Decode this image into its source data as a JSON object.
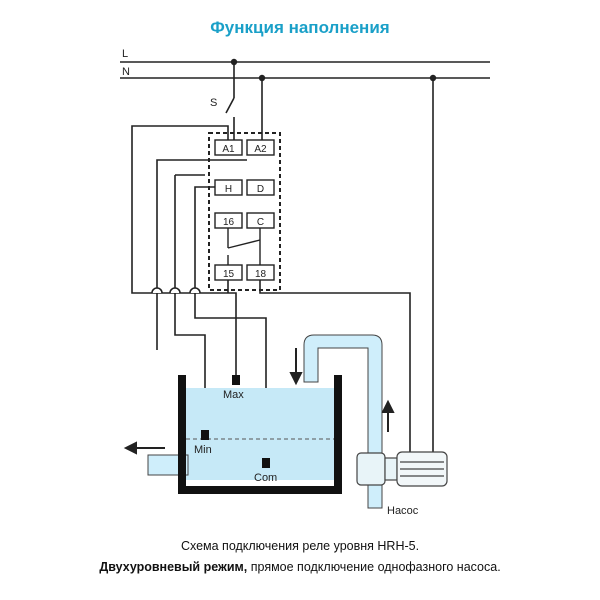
{
  "title": "Функция наполнения",
  "lines": {
    "line": "L",
    "neutral": "N",
    "switch": "S"
  },
  "relay": {
    "terminals": [
      "A1",
      "A2",
      "H",
      "D",
      "16",
      "C",
      "15",
      "18"
    ]
  },
  "probes": {
    "max": "Max",
    "min": "Min",
    "com": "Com"
  },
  "pump_label": "Насос",
  "caption": {
    "line1": "Схема  подключения  реле уровня  HRH-5.",
    "line2_bold": "Двухуровневый  режим,",
    "line2_rest": " прямое подключение однофазного насоса."
  },
  "colors": {
    "title": "#1aa0c8",
    "water": "#c6e9f7",
    "pipe": "#cfeefb",
    "wire": "#222222",
    "tank": "#111111"
  }
}
